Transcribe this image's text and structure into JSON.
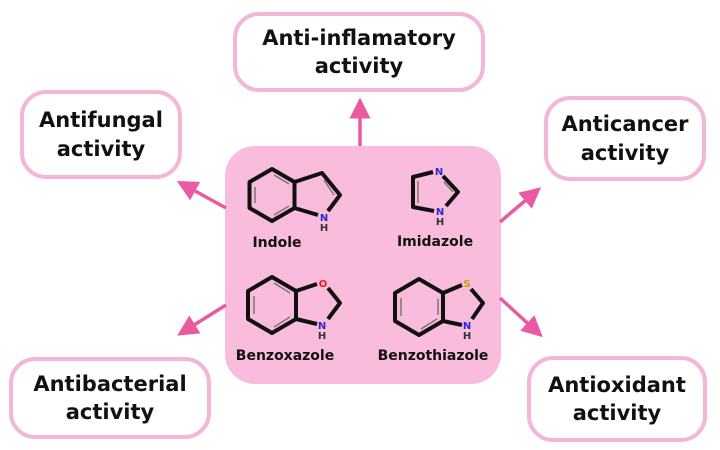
{
  "activities": {
    "anti_inflammatory": {
      "line1": "Anti-inflamatory",
      "line2": "activity"
    },
    "antifungal": {
      "line1": "Antifungal",
      "line2": "activity"
    },
    "anticancer": {
      "line1": "Anticancer",
      "line2": "activity"
    },
    "antibacterial": {
      "line1": "Antibacterial",
      "line2": "activity"
    },
    "antioxidant": {
      "line1": "Antioxidant",
      "line2": "activity"
    }
  },
  "compounds": {
    "indole": "Indole",
    "imidazole": "Imidazole",
    "benzoxazole": "Benzoxazole",
    "benzothiazole": "Benzothiazole"
  },
  "atoms": {
    "N": "N",
    "H": "H",
    "O": "O",
    "S": "S"
  },
  "colors": {
    "center_fill": "#f9bcdc",
    "box_border": "#f4b6d6",
    "arrow": "#e95aa2",
    "nitrogen": "#2a2ad0",
    "oxygen": "#e02020",
    "sulfur": "#c8a000"
  }
}
